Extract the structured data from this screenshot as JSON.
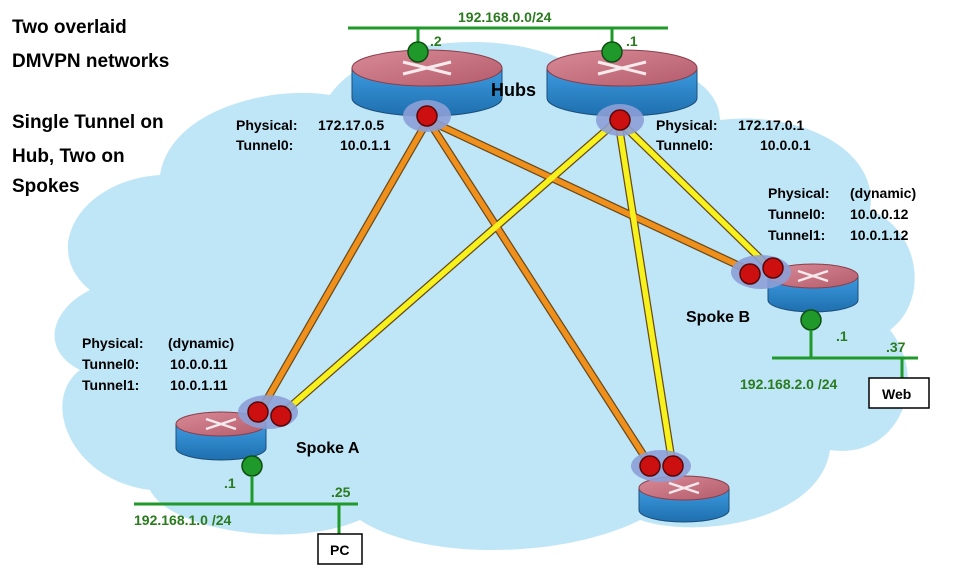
{
  "title_lines": [
    "Two overlaid",
    "DMVPN networks"
  ],
  "subtitle_lines": [
    "Single Tunnel on",
    "Hub, Two on",
    "Spokes"
  ],
  "hubs_label": "Hubs",
  "hub_lan": {
    "subnet": "192.168.0.0/24",
    "hub_left_host": ".2",
    "hub_right_host": ".1"
  },
  "hub_left": {
    "physical_label": "Physical:",
    "physical_value": "172.17.0.5",
    "tunnel0_label": "Tunnel0:",
    "tunnel0_value": "10.0.1.1"
  },
  "hub_right": {
    "physical_label": "Physical:",
    "physical_value": "172.17.0.1",
    "tunnel0_label": "Tunnel0:",
    "tunnel0_value": "10.0.0.1"
  },
  "spoke_b": {
    "name": "Spoke B",
    "physical_label": "Physical:",
    "physical_value": "(dynamic)",
    "tunnel0_label": "Tunnel0:",
    "tunnel0_value": "10.0.0.12",
    "tunnel1_label": "Tunnel1:",
    "tunnel1_value": "10.0.1.12",
    "lan_subnet": "192.168.2.0 /24",
    "router_host": ".1",
    "server_host": ".37",
    "server_label": "Web"
  },
  "spoke_a": {
    "name": "Spoke A",
    "physical_label": "Physical:",
    "physical_value": "(dynamic)",
    "tunnel0_label": "Tunnel0:",
    "tunnel0_value": "10.0.0.11",
    "tunnel1_label": "Tunnel1:",
    "tunnel1_value": "10.0.1.11",
    "lan_subnet": "192.168.1.0 /24",
    "router_host": ".1",
    "pc_host": ".25",
    "pc_label": "PC"
  },
  "colors": {
    "cloud": "#bfe6f7",
    "tunnel_orange": "#f0901c",
    "tunnel_yellow": "#f7f21e",
    "router_top": "#c9707f",
    "router_body": "#2e86c1",
    "interface_red": "#cc1010",
    "interface_green": "#1f9a2a",
    "text_green": "#2a7a1e"
  }
}
